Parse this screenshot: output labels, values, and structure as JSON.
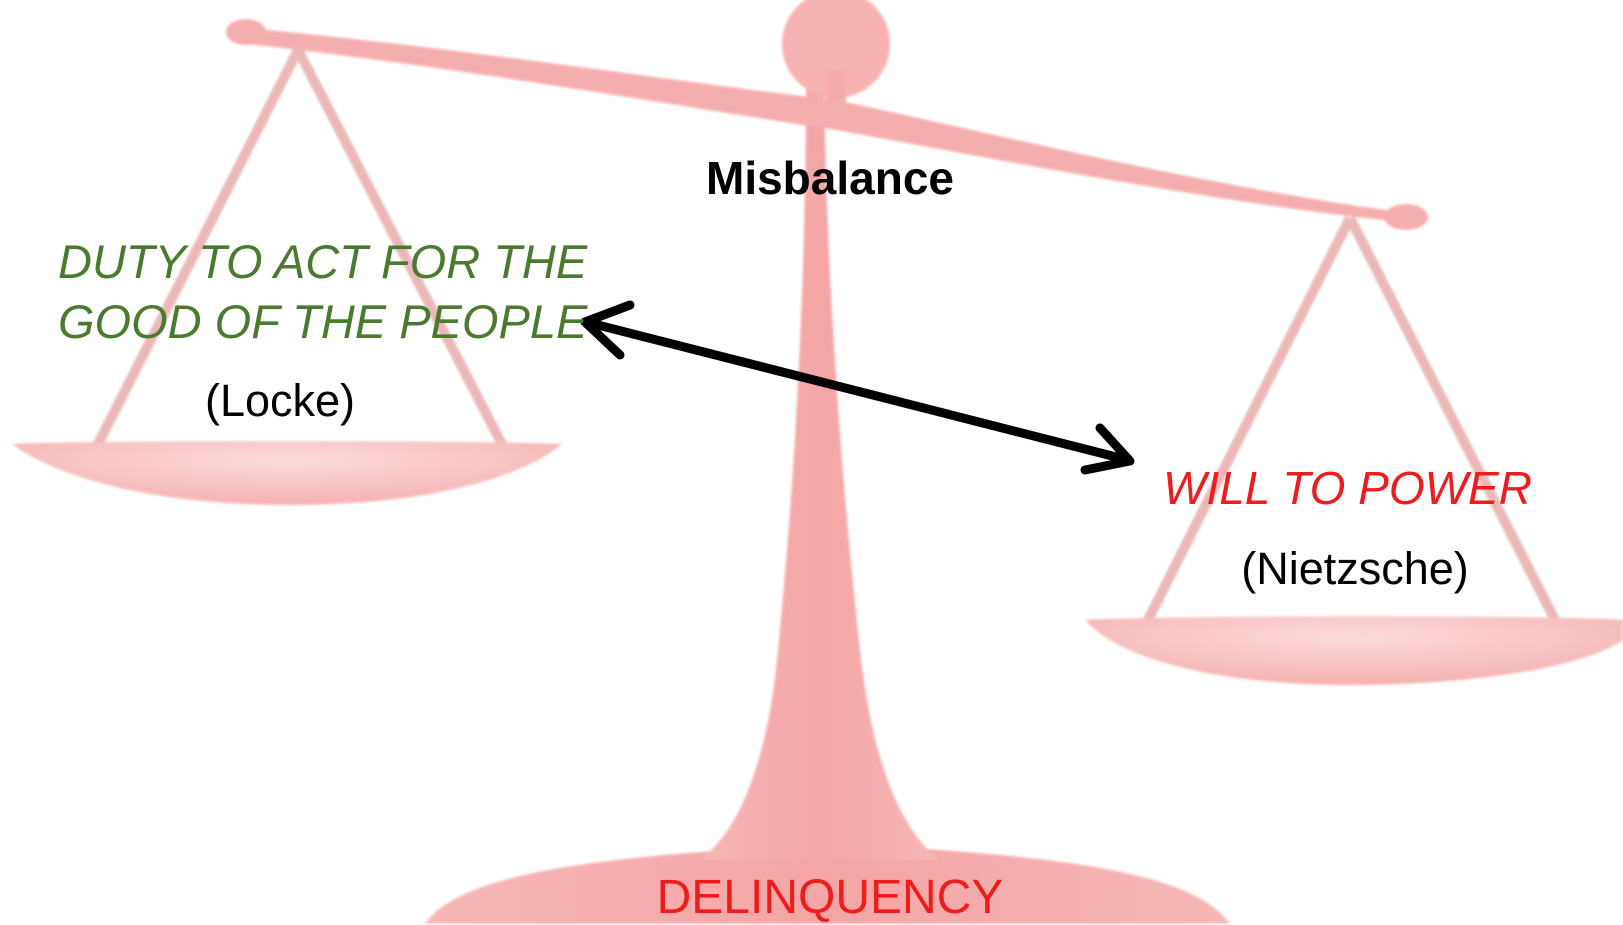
{
  "diagram": {
    "title": "Misbalance",
    "left_pan": {
      "heading_lines": [
        "DUTY TO ACT FOR THE",
        "GOOD OF THE PEOPLE"
      ],
      "name": "(Locke)"
    },
    "right_pan": {
      "heading": "WILL TO POWER",
      "name": "(Nietzsche)"
    },
    "base_label": "DELINQUENCY",
    "connector": "double-headed-arrow",
    "colors": {
      "scale": "#f7b3b3",
      "left_heading": "#4a7a2e",
      "right_heading": "#ee1c1c",
      "base_label": "#ee1c1c",
      "arrow": "#000000"
    }
  }
}
